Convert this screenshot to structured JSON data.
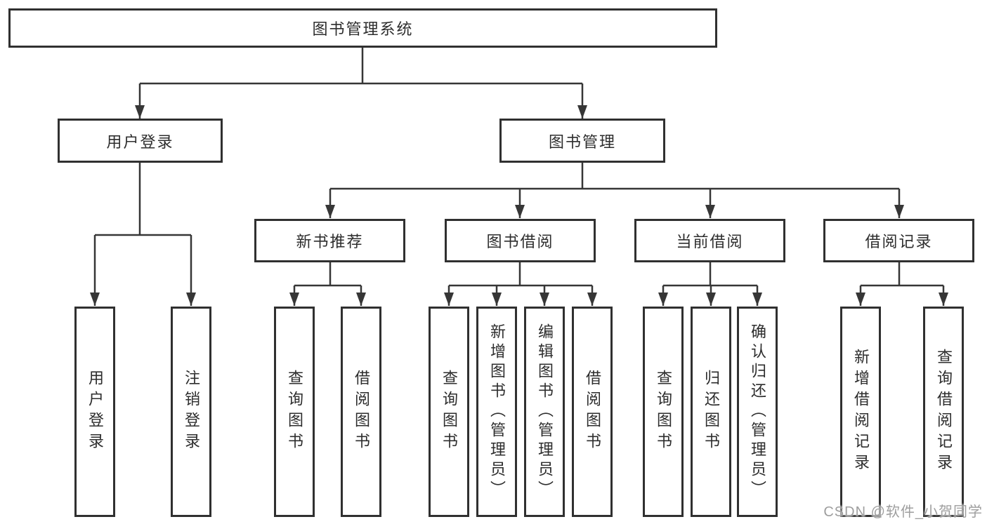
{
  "diagram": {
    "root": {
      "label": "图书管理系统"
    },
    "branches": [
      {
        "label": "用户登录"
      },
      {
        "label": "图书管理"
      }
    ],
    "sections": [
      {
        "label": "新书推荐"
      },
      {
        "label": "图书借阅"
      },
      {
        "label": "当前借阅"
      },
      {
        "label": "借阅记录"
      }
    ],
    "leaves": [
      {
        "label": "用户登录"
      },
      {
        "label": "注销登录"
      },
      {
        "label": "查询图书"
      },
      {
        "label": "借阅图书"
      },
      {
        "label": "查询图书"
      },
      {
        "label": "新增图书（管理员）"
      },
      {
        "label": "编辑图书（管理员）"
      },
      {
        "label": "借阅图书"
      },
      {
        "label": "查询图书"
      },
      {
        "label": "归还图书"
      },
      {
        "label": "确认归还（管理员）"
      },
      {
        "label": "新增借阅记录"
      },
      {
        "label": "查询借阅记录"
      }
    ]
  },
  "watermark": {
    "text": "CSDN @软件_小贺同学"
  },
  "colors": {
    "line": "#363636",
    "box_border": "#303030",
    "text": "#2d2d2d",
    "watermark": "#9e9e9e",
    "background": "#ffffff"
  }
}
